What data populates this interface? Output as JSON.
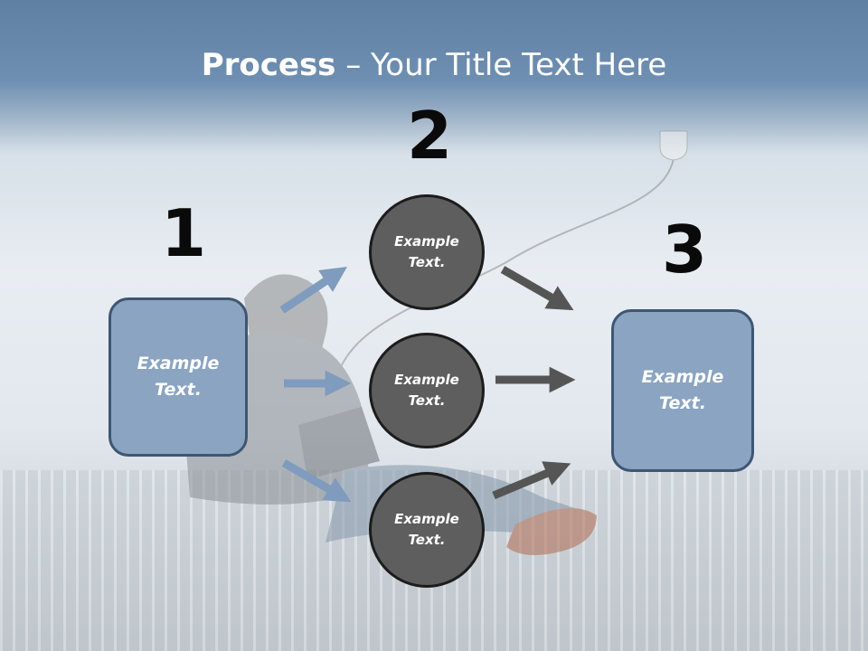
{
  "title": {
    "bold": "Process",
    "rest": " – Your Title Text Here"
  },
  "steps": [
    {
      "number": "1",
      "label": "Example Text."
    },
    {
      "number": "2",
      "label": "Example Text."
    },
    {
      "number": "3",
      "label": "Example Text."
    }
  ],
  "middle_nodes": [
    {
      "label": "Example Text."
    },
    {
      "label": "Example Text."
    },
    {
      "label": "Example Text."
    }
  ],
  "colors": {
    "box_fill": "#8aa4c2",
    "box_border": "#3f5673",
    "circle_fill": "#5e5e5e",
    "blue_arrow": "#7f9bbd",
    "gray_arrow": "#555555"
  }
}
